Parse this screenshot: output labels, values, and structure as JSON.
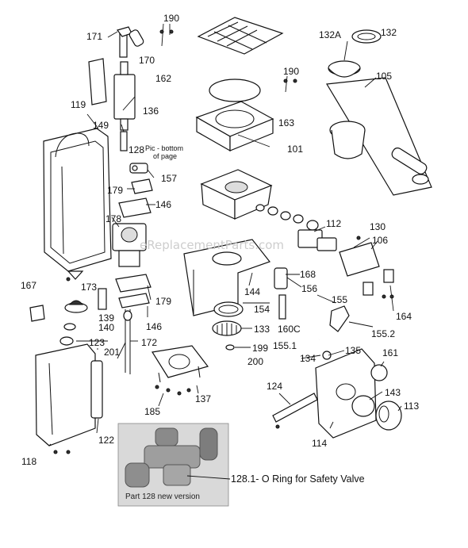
{
  "labels": {
    "p190a": "190",
    "p171": "171",
    "p170": "170",
    "p162": "162",
    "p132a": "132A",
    "p132": "132",
    "p190b": "190",
    "p105": "105",
    "p119": "119",
    "p136": "136",
    "p163": "163",
    "p149": "149",
    "p128": "128",
    "p101": "101",
    "p157": "157",
    "p179a": "179",
    "p146a": "146",
    "p178": "178",
    "p112": "112",
    "p130": "130",
    "p106": "106",
    "p167": "167",
    "p173": "173",
    "p168": "168",
    "p156": "156",
    "p144": "144",
    "p179b": "179",
    "p155": "155",
    "p139": "139",
    "p154": "154",
    "p164": "164",
    "p140": "140",
    "p146b": "146",
    "p133": "133",
    "p160c": "160C",
    "p155_2": "155.2",
    "p123": "123",
    "p172": "172",
    "p155_1": "155.1",
    "p201": "201",
    "p199": "199",
    "p135": "135",
    "p161": "161",
    "p200": "200",
    "p134": "134",
    "p124": "124",
    "p143": "143",
    "p137": "137",
    "p113": "113",
    "p185": "185",
    "p122": "122",
    "p114": "114",
    "p118": "118"
  },
  "notes": {
    "pic_bottom_line1": "Pic - bottom",
    "pic_bottom_line2": "of page",
    "oring_caption": "128.1- O Ring for Safety Valve",
    "inset_caption": "Part 128 new version",
    "watermark": "eReplacementParts.com"
  },
  "colors": {
    "line": "#111111",
    "inset_bg": "#d9d9d9",
    "watermark": "#c8c8c8"
  }
}
